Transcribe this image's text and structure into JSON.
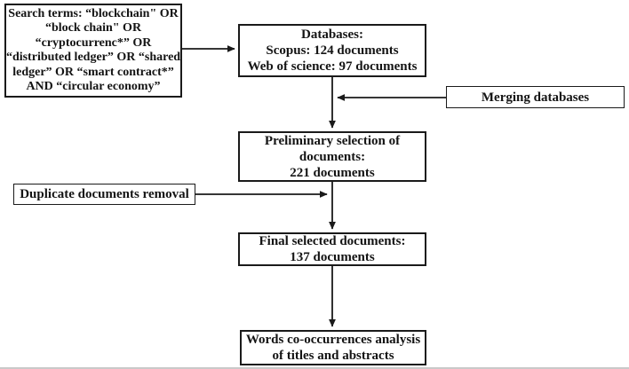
{
  "figure": {
    "background_color": "#ffffff",
    "line_color": "#1a1a1a",
    "text_color": "#141414"
  },
  "boxes": {
    "search_terms": {
      "text": "Search terms: “blockchain\" OR\n“block chain\" OR\n“cryptocurrenc*” OR\n“distributed ledger” OR “shared\nledger” OR “smart contract*”\nAND “circular economy”"
    },
    "databases": {
      "text": "Databases:\nScopus: 124 documents\nWeb of science: 97 documents"
    },
    "merging_databases": {
      "text": "Merging databases"
    },
    "preliminary_selection": {
      "text": "Preliminary selection of\ndocuments:\n221 documents"
    },
    "duplicate_removal": {
      "text": "Duplicate documents removal"
    },
    "final_selected": {
      "text": "Final selected documents:\n137 documents"
    },
    "words_cooccurrence": {
      "text": "Words co-occurrences analysis\nof titles and abstracts"
    }
  },
  "flow": [
    {
      "from": "search_terms",
      "to": "databases"
    },
    {
      "from": "databases",
      "to": "preliminary_selection"
    },
    {
      "from": "merging_databases",
      "to": "databases-preliminary-connector"
    },
    {
      "from": "preliminary_selection",
      "to": "final_selected"
    },
    {
      "from": "duplicate_removal",
      "to": "preliminary-final-connector"
    },
    {
      "from": "final_selected",
      "to": "words_cooccurrence"
    }
  ]
}
